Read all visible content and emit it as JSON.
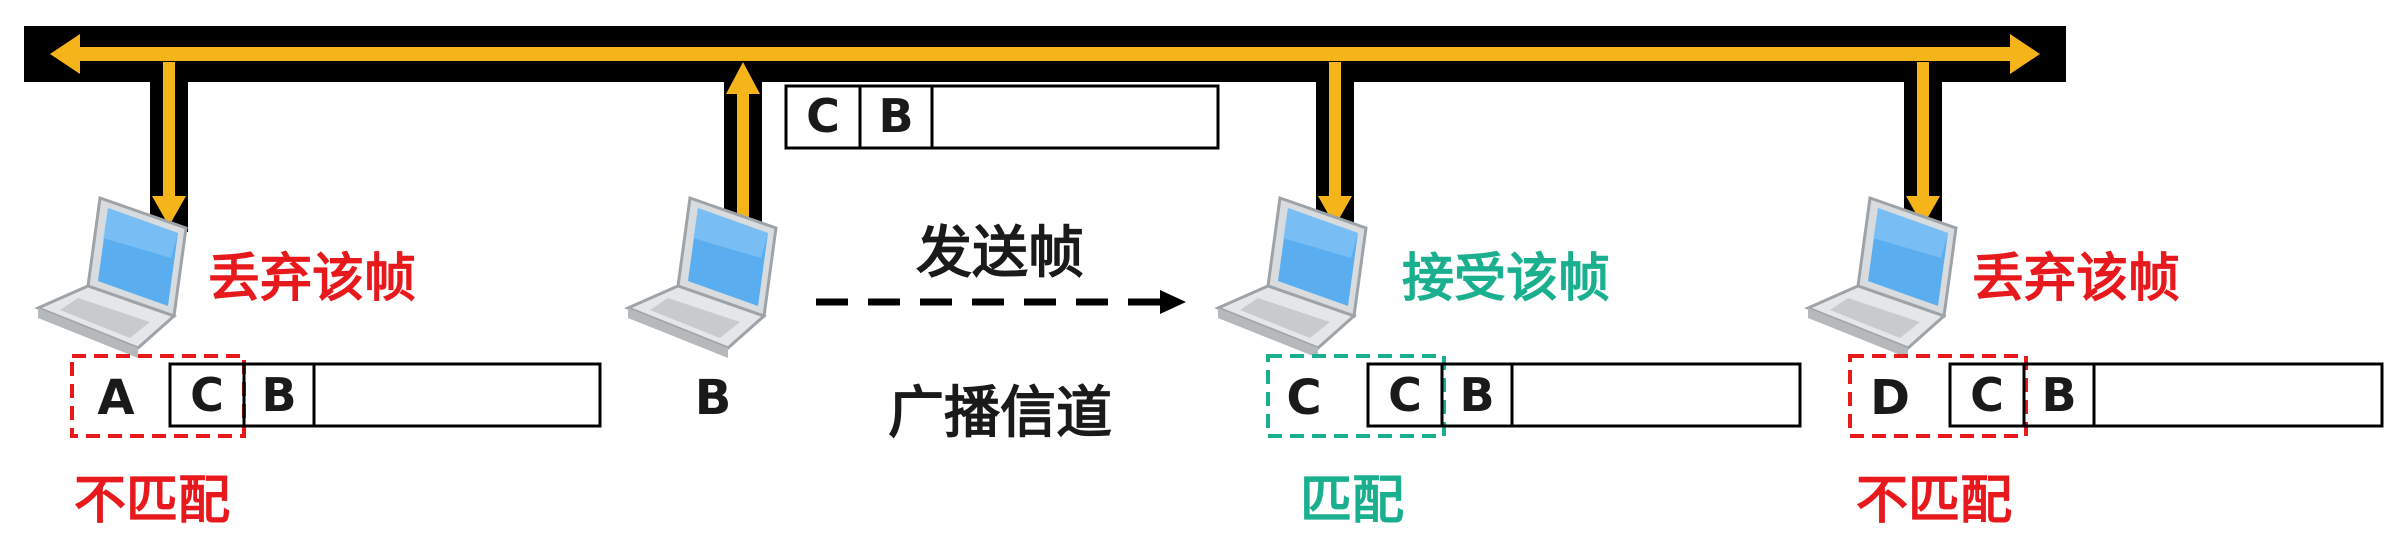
{
  "colors": {
    "bus_black": "#000000",
    "bus_gold": "#f4b41a",
    "red": "#e8191c",
    "green": "#1aaf8f",
    "text": "#1a1a1a",
    "screen": "#5aaef0"
  },
  "sender": {
    "name": "B",
    "frame": {
      "dest": "C",
      "src": "B"
    }
  },
  "channel": {
    "send_label": "发送帧",
    "channel_label": "广播信道"
  },
  "hosts": [
    {
      "name": "A",
      "action": "丢弃该帧",
      "match": "不匹配",
      "frame": {
        "dest": "C",
        "src": "B"
      },
      "status": "red"
    },
    {
      "name": "C",
      "action": "接受该帧",
      "match": "匹配",
      "frame": {
        "dest": "C",
        "src": "B"
      },
      "status": "green"
    },
    {
      "name": "D",
      "action": "丢弃该帧",
      "match": "不匹配",
      "frame": {
        "dest": "C",
        "src": "B"
      },
      "status": "red"
    }
  ]
}
